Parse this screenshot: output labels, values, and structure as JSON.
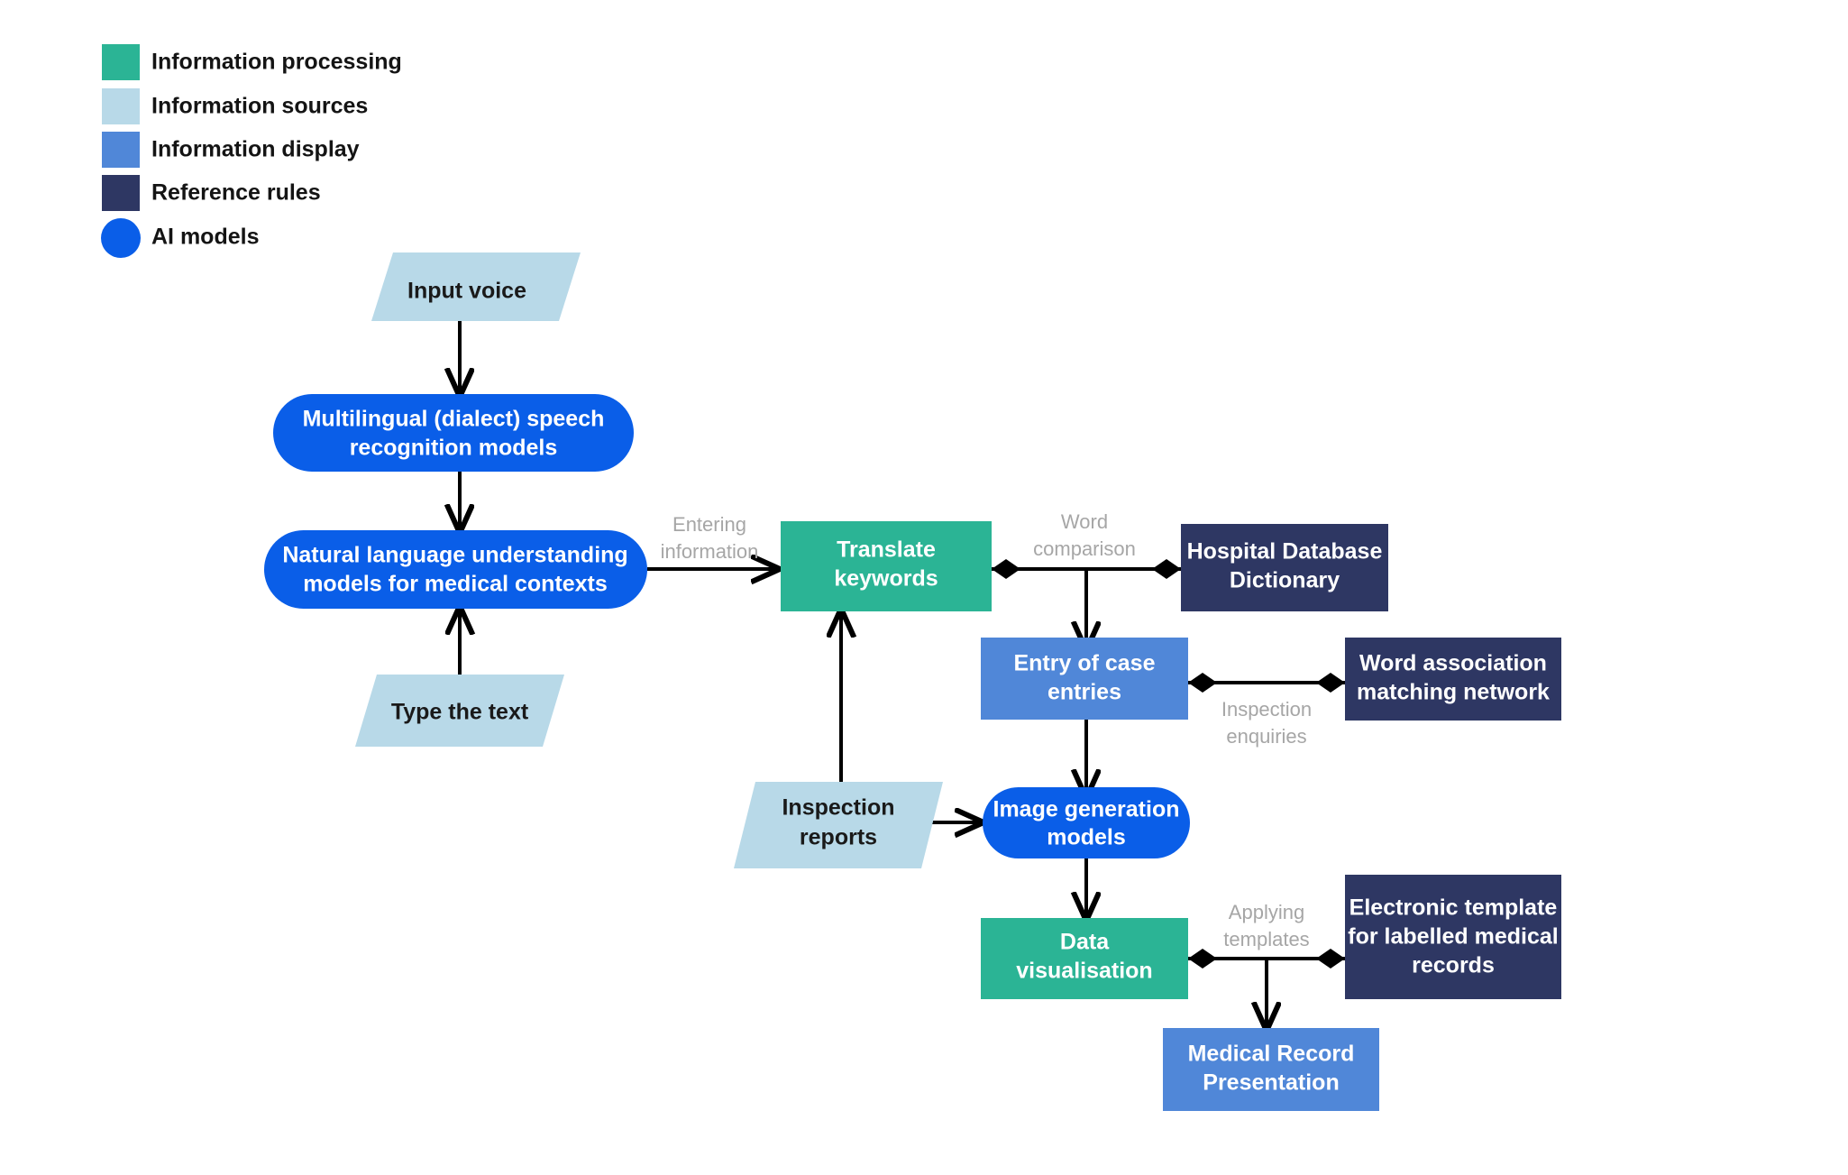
{
  "diagram": {
    "title": "Medical AI Workflow Flowchart",
    "background": "#ffffff"
  },
  "colors": {
    "information_processing": "#2BB495",
    "information_sources": "#B8D9E8",
    "information_display": "#5087D8",
    "reference_rules": "#2E3763",
    "ai_models": "#0A5EE8",
    "edge_label": "#a6a6a6",
    "connector": "#000000",
    "text_light": "#ffffff",
    "text_dark": "#1a1a1a"
  },
  "legend": {
    "items": [
      {
        "label": "Information processing",
        "color": "#2BB495",
        "shape": "square"
      },
      {
        "label": "Information sources",
        "color": "#B8D9E8",
        "shape": "square"
      },
      {
        "label": "Information display",
        "color": "#5087D8",
        "shape": "square"
      },
      {
        "label": "Reference rules",
        "color": "#2E3763",
        "shape": "square"
      },
      {
        "label": "AI models",
        "color": "#0A5EE8",
        "shape": "circle"
      }
    ]
  },
  "nodes": {
    "input_voice": {
      "label": "Input voice",
      "category": "Information sources",
      "shape": "parallelogram"
    },
    "speech_recognition": {
      "label_line1": "Multilingual (dialect) speech",
      "label_line2": "recognition models",
      "category": "AI models",
      "shape": "pill"
    },
    "nlu_models": {
      "label_line1": "Natural language understanding",
      "label_line2": "models for medical contexts",
      "category": "AI models",
      "shape": "pill"
    },
    "type_text": {
      "label": "Type the text",
      "category": "Information sources",
      "shape": "parallelogram"
    },
    "translate_keywords": {
      "label_line1": "Translate",
      "label_line2": "keywords",
      "category": "Information processing",
      "shape": "rectangle"
    },
    "hospital_database": {
      "label_line1": "Hospital Database",
      "label_line2": "Dictionary",
      "category": "Reference rules",
      "shape": "rectangle"
    },
    "entry_case": {
      "label_line1": "Entry of case",
      "label_line2": "entries",
      "category": "Information display",
      "shape": "rectangle"
    },
    "word_association": {
      "label_line1": "Word association",
      "label_line2": "matching network",
      "category": "Reference rules",
      "shape": "rectangle"
    },
    "inspection_reports": {
      "label_line1": "Inspection",
      "label_line2": "reports",
      "category": "Information sources",
      "shape": "parallelogram"
    },
    "image_generation": {
      "label_line1": "Image generation",
      "label_line2": "models",
      "category": "AI models",
      "shape": "pill"
    },
    "data_visualisation": {
      "label_line1": "Data",
      "label_line2": "visualisation",
      "category": "Information processing",
      "shape": "rectangle"
    },
    "electronic_template": {
      "label_line1": "Electronic template",
      "label_line2": "for labelled medical",
      "label_line3": "records",
      "category": "Reference rules",
      "shape": "rectangle"
    },
    "medical_record_presentation": {
      "label_line1": "Medical Record",
      "label_line2": "Presentation",
      "category": "Information display",
      "shape": "rectangle"
    }
  },
  "edge_labels": {
    "entering_information": {
      "line1": "Entering",
      "line2": "information"
    },
    "word_comparison": {
      "line1": "Word",
      "line2": "comparison"
    },
    "inspection_enquiries": {
      "line1": "Inspection",
      "line2": "enquiries"
    },
    "applying_templates": {
      "line1": "Applying",
      "line2": "templates"
    }
  }
}
